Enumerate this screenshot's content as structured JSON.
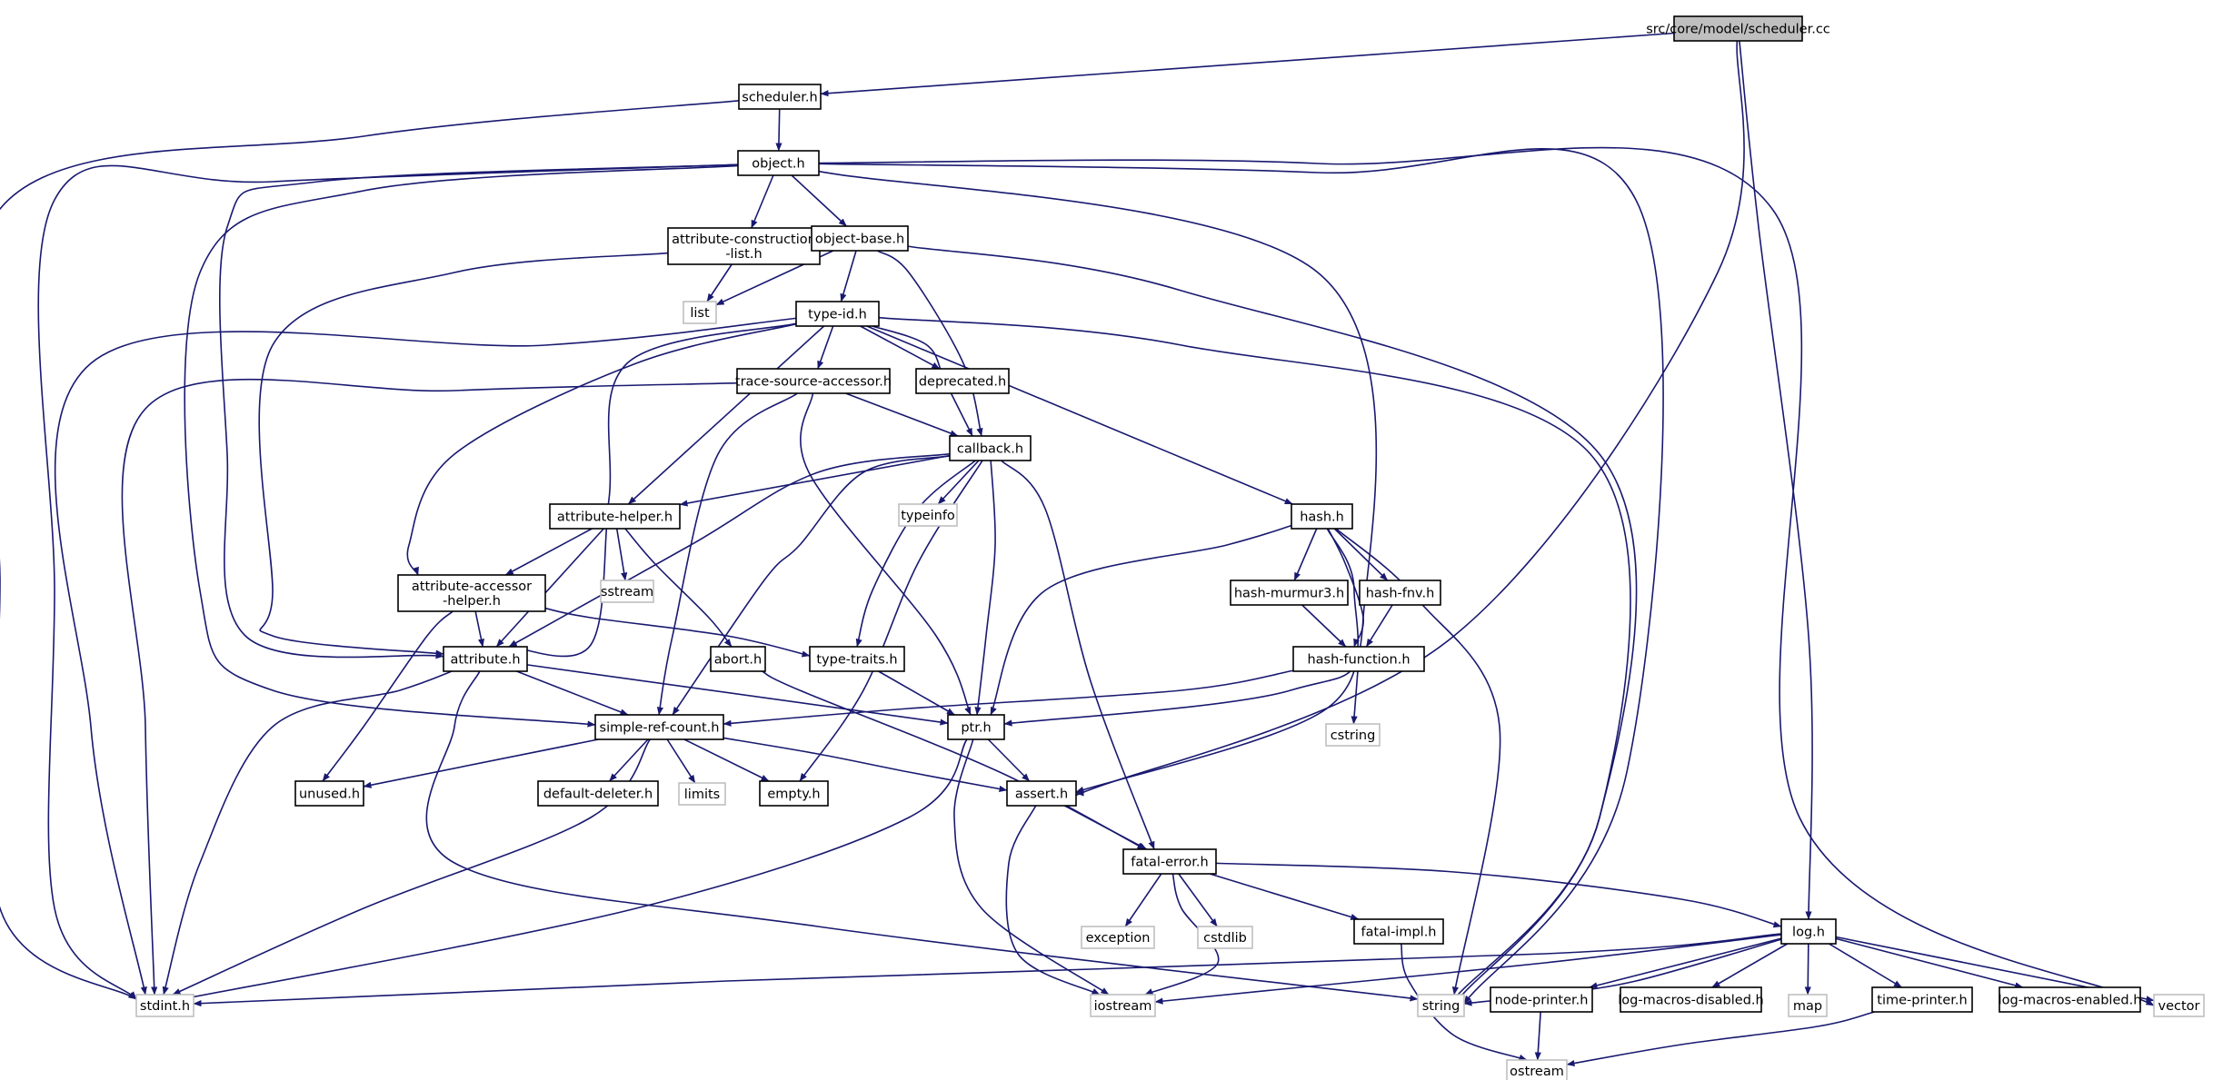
{
  "colors": {
    "edge": "#191970",
    "local_border": "#000000",
    "local_fill": "#ffffff",
    "system_border": "#bfbfbf",
    "root_fill": "#bfbfbf",
    "root_border": "#000000"
  },
  "nodes": [
    {
      "id": "root",
      "label": "src/core/model/scheduler.cc",
      "kind": "root"
    },
    {
      "id": "scheduler_h",
      "label": "scheduler.h",
      "kind": "local"
    },
    {
      "id": "object_h",
      "label": "object.h",
      "kind": "local"
    },
    {
      "id": "attr_construction",
      "label": "attribute-construction\n-list.h",
      "kind": "local"
    },
    {
      "id": "object_base",
      "label": "object-base.h",
      "kind": "local"
    },
    {
      "id": "list",
      "label": "list",
      "kind": "system"
    },
    {
      "id": "type_id",
      "label": "type-id.h",
      "kind": "local"
    },
    {
      "id": "trace_source",
      "label": "trace-source-accessor.h",
      "kind": "local"
    },
    {
      "id": "deprecated",
      "label": "deprecated.h",
      "kind": "local"
    },
    {
      "id": "callback",
      "label": "callback.h",
      "kind": "local"
    },
    {
      "id": "typeinfo",
      "label": "typeinfo",
      "kind": "system"
    },
    {
      "id": "attr_helper",
      "label": "attribute-helper.h",
      "kind": "local"
    },
    {
      "id": "sstream",
      "label": "sstream",
      "kind": "system"
    },
    {
      "id": "attr_accessor",
      "label": "attribute-accessor\n-helper.h",
      "kind": "local"
    },
    {
      "id": "hash_h",
      "label": "hash.h",
      "kind": "local"
    },
    {
      "id": "hash_murmur",
      "label": "hash-murmur3.h",
      "kind": "local"
    },
    {
      "id": "hash_fnv",
      "label": "hash-fnv.h",
      "kind": "local"
    },
    {
      "id": "hash_function",
      "label": "hash-function.h",
      "kind": "local"
    },
    {
      "id": "cstring",
      "label": "cstring",
      "kind": "system"
    },
    {
      "id": "attribute_h",
      "label": "attribute.h",
      "kind": "local"
    },
    {
      "id": "abort_h",
      "label": "abort.h",
      "kind": "local"
    },
    {
      "id": "type_traits",
      "label": "type-traits.h",
      "kind": "local"
    },
    {
      "id": "simple_ref",
      "label": "simple-ref-count.h",
      "kind": "local"
    },
    {
      "id": "ptr_h",
      "label": "ptr.h",
      "kind": "local"
    },
    {
      "id": "unused_h",
      "label": "unused.h",
      "kind": "local"
    },
    {
      "id": "default_deleter",
      "label": "default-deleter.h",
      "kind": "local"
    },
    {
      "id": "limits",
      "label": "limits",
      "kind": "system"
    },
    {
      "id": "empty_h",
      "label": "empty.h",
      "kind": "local"
    },
    {
      "id": "assert_h",
      "label": "assert.h",
      "kind": "local"
    },
    {
      "id": "fatal_error",
      "label": "fatal-error.h",
      "kind": "local"
    },
    {
      "id": "exception",
      "label": "exception",
      "kind": "system"
    },
    {
      "id": "cstdlib",
      "label": "cstdlib",
      "kind": "system"
    },
    {
      "id": "fatal_impl",
      "label": "fatal-impl.h",
      "kind": "local"
    },
    {
      "id": "log_h",
      "label": "log.h",
      "kind": "local"
    },
    {
      "id": "stdint",
      "label": "stdint.h",
      "kind": "system"
    },
    {
      "id": "iostream",
      "label": "iostream",
      "kind": "system"
    },
    {
      "id": "string",
      "label": "string",
      "kind": "system"
    },
    {
      "id": "node_printer",
      "label": "node-printer.h",
      "kind": "local"
    },
    {
      "id": "log_macros_disabled",
      "label": "log-macros-disabled.h",
      "kind": "local"
    },
    {
      "id": "map",
      "label": "map",
      "kind": "system"
    },
    {
      "id": "time_printer",
      "label": "time-printer.h",
      "kind": "local"
    },
    {
      "id": "log_macros_enabled",
      "label": "log-macros-enabled.h",
      "kind": "local"
    },
    {
      "id": "vector",
      "label": "vector",
      "kind": "system"
    },
    {
      "id": "ostream",
      "label": "ostream",
      "kind": "system"
    }
  ],
  "edges": [
    [
      "root",
      "scheduler_h"
    ],
    [
      "root",
      "assert_h"
    ],
    [
      "root",
      "log_h"
    ],
    [
      "scheduler_h",
      "object_h"
    ],
    [
      "scheduler_h",
      "stdint"
    ],
    [
      "object_h",
      "attr_construction"
    ],
    [
      "object_h",
      "object_base"
    ],
    [
      "object_h",
      "ptr_h"
    ],
    [
      "object_h",
      "string"
    ],
    [
      "object_h",
      "vector"
    ],
    [
      "object_h",
      "stdint"
    ],
    [
      "object_h",
      "attribute_h"
    ],
    [
      "object_h",
      "simple_ref"
    ],
    [
      "attr_construction",
      "list"
    ],
    [
      "attr_construction",
      "attribute_h"
    ],
    [
      "object_base",
      "list"
    ],
    [
      "object_base",
      "type_id"
    ],
    [
      "object_base",
      "callback"
    ],
    [
      "object_base",
      "string"
    ],
    [
      "type_id",
      "trace_source"
    ],
    [
      "type_id",
      "deprecated"
    ],
    [
      "type_id",
      "callback"
    ],
    [
      "type_id",
      "hash_h"
    ],
    [
      "type_id",
      "attr_helper"
    ],
    [
      "type_id",
      "attr_accessor"
    ],
    [
      "type_id",
      "attribute_h"
    ],
    [
      "type_id",
      "stdint"
    ],
    [
      "type_id",
      "string"
    ],
    [
      "trace_source",
      "callback"
    ],
    [
      "trace_source",
      "ptr_h"
    ],
    [
      "trace_source",
      "simple_ref"
    ],
    [
      "trace_source",
      "stdint"
    ],
    [
      "callback",
      "typeinfo"
    ],
    [
      "callback",
      "attr_helper"
    ],
    [
      "callback",
      "attribute_h"
    ],
    [
      "callback",
      "simple_ref"
    ],
    [
      "callback",
      "type_traits"
    ],
    [
      "callback",
      "ptr_h"
    ],
    [
      "callback",
      "fatal_error"
    ],
    [
      "callback",
      "empty_h"
    ],
    [
      "attr_helper",
      "attr_accessor"
    ],
    [
      "attr_helper",
      "sstream"
    ],
    [
      "attr_helper",
      "attribute_h"
    ],
    [
      "attr_helper",
      "abort_h"
    ],
    [
      "attr_accessor",
      "attribute_h"
    ],
    [
      "attr_accessor",
      "type_traits"
    ],
    [
      "attr_accessor",
      "unused_h"
    ],
    [
      "hash_h",
      "hash_murmur"
    ],
    [
      "hash_h",
      "hash_fnv"
    ],
    [
      "hash_h",
      "hash_function"
    ],
    [
      "hash_h",
      "ptr_h"
    ],
    [
      "hash_h",
      "assert_h"
    ],
    [
      "hash_h",
      "string"
    ],
    [
      "hash_murmur",
      "hash_function"
    ],
    [
      "hash_fnv",
      "hash_function"
    ],
    [
      "hash_function",
      "cstring"
    ],
    [
      "hash_function",
      "simple_ref"
    ],
    [
      "attribute_h",
      "simple_ref"
    ],
    [
      "attribute_h",
      "ptr_h"
    ],
    [
      "attribute_h",
      "string"
    ],
    [
      "attribute_h",
      "stdint"
    ],
    [
      "abort_h",
      "fatal_error"
    ],
    [
      "type_traits",
      "ptr_h"
    ],
    [
      "simple_ref",
      "unused_h"
    ],
    [
      "simple_ref",
      "default_deleter"
    ],
    [
      "simple_ref",
      "limits"
    ],
    [
      "simple_ref",
      "empty_h"
    ],
    [
      "simple_ref",
      "assert_h"
    ],
    [
      "simple_ref",
      "stdint"
    ],
    [
      "ptr_h",
      "assert_h"
    ],
    [
      "ptr_h",
      "iostream"
    ],
    [
      "ptr_h",
      "stdint"
    ],
    [
      "assert_h",
      "fatal_error"
    ],
    [
      "assert_h",
      "iostream"
    ],
    [
      "fatal_error",
      "exception"
    ],
    [
      "fatal_error",
      "cstdlib"
    ],
    [
      "fatal_error",
      "fatal_impl"
    ],
    [
      "fatal_error",
      "log_h"
    ],
    [
      "fatal_error",
      "iostream"
    ],
    [
      "fatal_impl",
      "ostream"
    ],
    [
      "log_h",
      "stdint"
    ],
    [
      "log_h",
      "iostream"
    ],
    [
      "log_h",
      "string"
    ],
    [
      "log_h",
      "node_printer"
    ],
    [
      "log_h",
      "log_macros_disabled"
    ],
    [
      "log_h",
      "map"
    ],
    [
      "log_h",
      "time_printer"
    ],
    [
      "log_h",
      "log_macros_enabled"
    ],
    [
      "log_h",
      "vector"
    ],
    [
      "node_printer",
      "ostream"
    ],
    [
      "time_printer",
      "ostream"
    ]
  ]
}
